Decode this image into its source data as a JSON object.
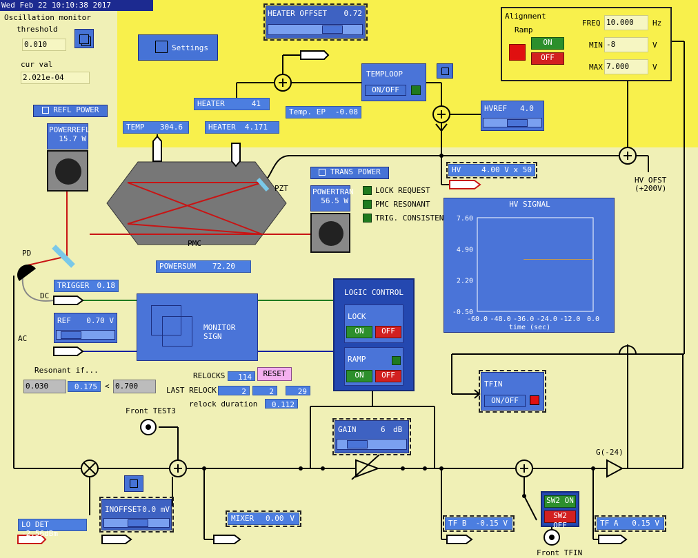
{
  "datetime": "Wed Feb 22 10:10:38 2017",
  "osc": {
    "title": "Oscillation monitor",
    "threshold_label": "threshold",
    "threshold": "0.010",
    "curval_label": "cur val",
    "curval": "2.021e-04"
  },
  "settings_label": "Settings",
  "heater_offset": {
    "label": "HEATER OFFSET",
    "value": "0.72"
  },
  "temploop": {
    "label": "TEMPLOOP",
    "btn": "ON/OFF"
  },
  "heater1": {
    "label": "HEATER",
    "value": "41"
  },
  "heater2": {
    "label": "HEATER",
    "value": "4.171"
  },
  "temp_ep": {
    "label": "Temp. EP",
    "value": "-0.08"
  },
  "temp": {
    "label": "TEMP",
    "value": "304.6"
  },
  "refl_power_btn": "REFL POWER",
  "powerrefl": {
    "label": "POWERREFL",
    "value": "15.7 W"
  },
  "hvref": {
    "label": "HVREF",
    "value": "4.0"
  },
  "hv": {
    "label": "HV",
    "value": "4.00 V x 50"
  },
  "hv_ofst": {
    "l1": "HV OFST",
    "l2": "(+200V)"
  },
  "pzt": "PZT",
  "pmc": "PMC",
  "trans_power_btn": "TRANS POWER",
  "powertran": {
    "label": "POWERTRAN",
    "value": "56.5 W"
  },
  "status": {
    "lock_request": "LOCK REQUEST",
    "pmc_resonant": "PMC RESONANT",
    "trig_consistent": "TRIG. CONSISTENT"
  },
  "powersum": {
    "label": "POWERSUM",
    "value": "72.20"
  },
  "pd": "PD",
  "dc": "DC",
  "ac": "AC",
  "trigger": {
    "label": "TRIGGER",
    "value": "0.18"
  },
  "ref": {
    "label": "REF",
    "value": "0.70 V"
  },
  "monitor_sign": "MONITOR SIGN",
  "logic": {
    "title": "LOGIC CONTROL",
    "lock": "LOCK",
    "ramp": "RAMP",
    "on": "ON",
    "off": "OFF"
  },
  "resonant": {
    "label": "Resonant if...",
    "low": "0.030",
    "mid": "0.175",
    "lt": "<",
    "high": "0.700"
  },
  "relocks": {
    "label": "RELOCKS",
    "value": "114",
    "reset": "RESET"
  },
  "last_relock": {
    "label": "LAST RELOCK",
    "v1": "2",
    "v2": "2",
    "v3": "29"
  },
  "relock_duration": {
    "label": "relock duration",
    "value": "0.112"
  },
  "front_test3": "Front TEST3",
  "gain": {
    "label": "GAIN",
    "value": "6",
    "unit": "dB"
  },
  "tfin": {
    "label": "TFIN",
    "btn": "ON/OFF"
  },
  "g24": "G(-24)",
  "lo_det": "LO DET -2.56dBm",
  "inoffset": {
    "label": "INOFFSET",
    "value": "-0.0 mV"
  },
  "mixer": {
    "label": "MIXER",
    "value": "0.00",
    "unit": "V"
  },
  "tf_b": {
    "label": "TF B",
    "value": "-0.15 V"
  },
  "sw2": {
    "on": "SW2 ON",
    "off": "SW2 OFF"
  },
  "front_tfin": "Front TFIN",
  "tf_a": {
    "label": "TF A",
    "value": "0.15 V"
  },
  "alignment": {
    "title": "Alignment",
    "ramp": "Ramp",
    "on": "ON",
    "off": "OFF",
    "freq_label": "FREQ",
    "freq": "10.000",
    "freq_unit": "Hz",
    "min_label": "MIN",
    "min": "-8",
    "min_unit": "V",
    "max_label": "MAX",
    "max": "7.000",
    "max_unit": "V"
  },
  "chart_data": {
    "type": "line",
    "title": "HV SIGNAL",
    "xlabel": "time (sec)",
    "ylabel": "",
    "xlim": [
      -60,
      0
    ],
    "ylim": [
      -0.5,
      7.6
    ],
    "xticks": [
      "-60.0",
      "-48.0",
      "-36.0",
      "-24.0",
      "-12.0",
      "0.0"
    ],
    "yticks": [
      "7.60",
      "4.90",
      "2.20",
      "-0.50"
    ],
    "series": [
      {
        "x": [
          -36,
          0
        ],
        "y": [
          4.0,
          4.0
        ],
        "color": "#c89a4a"
      }
    ]
  },
  "colors": {
    "beam": "#c81414",
    "green": "#1f7a1f",
    "blue": "#4a74d8",
    "yellow": "#f8f04c",
    "bg": "#f0f0b6"
  }
}
